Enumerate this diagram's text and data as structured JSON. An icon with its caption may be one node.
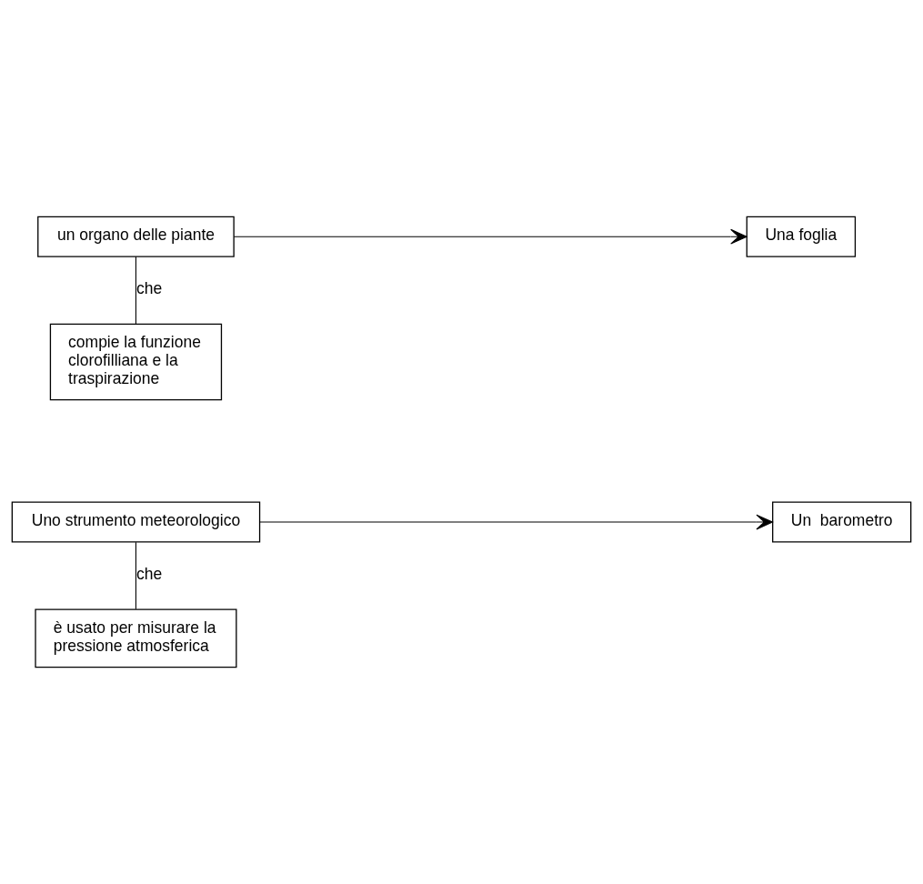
{
  "diagram": {
    "nodes": [
      {
        "text": [
          "Una foglia"
        ]
      },
      {
        "text": [
          "un organo delle piante"
        ]
      },
      {
        "text": [
          "compie la funzione clorofilliana e la traspirazione"
        ]
      },
      {
        "text": [
          "Un  barometro"
        ]
      },
      {
        "text": [
          "Uno strumento meteorologico"
        ]
      },
      {
        "text": [
          "è usato per misurare la pressione atmosferica"
        ]
      }
    ],
    "edges": [
      {
        "from": 1,
        "to": 0,
        "arrow": "to"
      },
      {
        "from": 1,
        "to": 2,
        "arrow": "none",
        "label": "che"
      },
      {
        "from": 4,
        "to": 3,
        "arrow": "to"
      },
      {
        "from": 4,
        "to": 5,
        "arrow": "none",
        "label": "che"
      }
    ]
  }
}
